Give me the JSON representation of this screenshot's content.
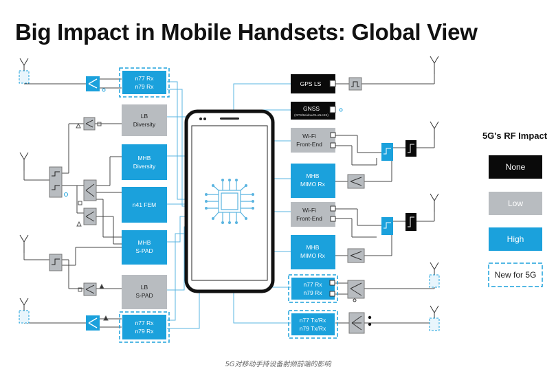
{
  "title": "Big Impact in Mobile Handsets: Global View",
  "caption": "5G对移动手持设备射频前端的影响",
  "colors": {
    "none": "#0a0a0a",
    "low": "#b8bcc0",
    "high": "#1ba1dc",
    "new_border": "#1ba1dc",
    "line": "#5ab4e0",
    "dark_line": "#444444"
  },
  "legend": {
    "title": "5G's RF Impact",
    "items": [
      {
        "label": "None",
        "kind": "none"
      },
      {
        "label": "Low",
        "kind": "low"
      },
      {
        "label": "High",
        "kind": "high"
      },
      {
        "label": "New for 5G",
        "kind": "new"
      }
    ]
  },
  "blocks": {
    "left_top_rx": [
      "n77 Rx",
      "n79 Rx"
    ],
    "lb_diversity": [
      "LB",
      "Diversity"
    ],
    "mhb_diversity": [
      "MHB",
      "Diversity"
    ],
    "n41_fem": [
      "n41 FEM"
    ],
    "mhb_spad": [
      "MHB",
      "S-PAD"
    ],
    "lb_spad": [
      "LB",
      "S-PAD"
    ],
    "left_bottom_rx": [
      "n77 Rx",
      "n79 Rx"
    ],
    "gps_ls": [
      "GPS LS"
    ],
    "gnss": [
      "GNSS"
    ],
    "gnss_sub": "(GPS/Beidou/GLoNASS)",
    "wifi_fe_1": [
      "Wi-Fi",
      "Front-End"
    ],
    "mhb_mimo_1": [
      "MHB",
      "MIMO Rx"
    ],
    "wifi_fe_2": [
      "Wi-Fi",
      "Front-End"
    ],
    "mhb_mimo_2": [
      "MHB",
      "MIMO Rx"
    ],
    "right_rx": [
      "n77 Rx",
      "n79 Rx"
    ],
    "right_txrx": [
      "n77 Tx/Rx",
      "n79 Tx/Rx"
    ]
  }
}
